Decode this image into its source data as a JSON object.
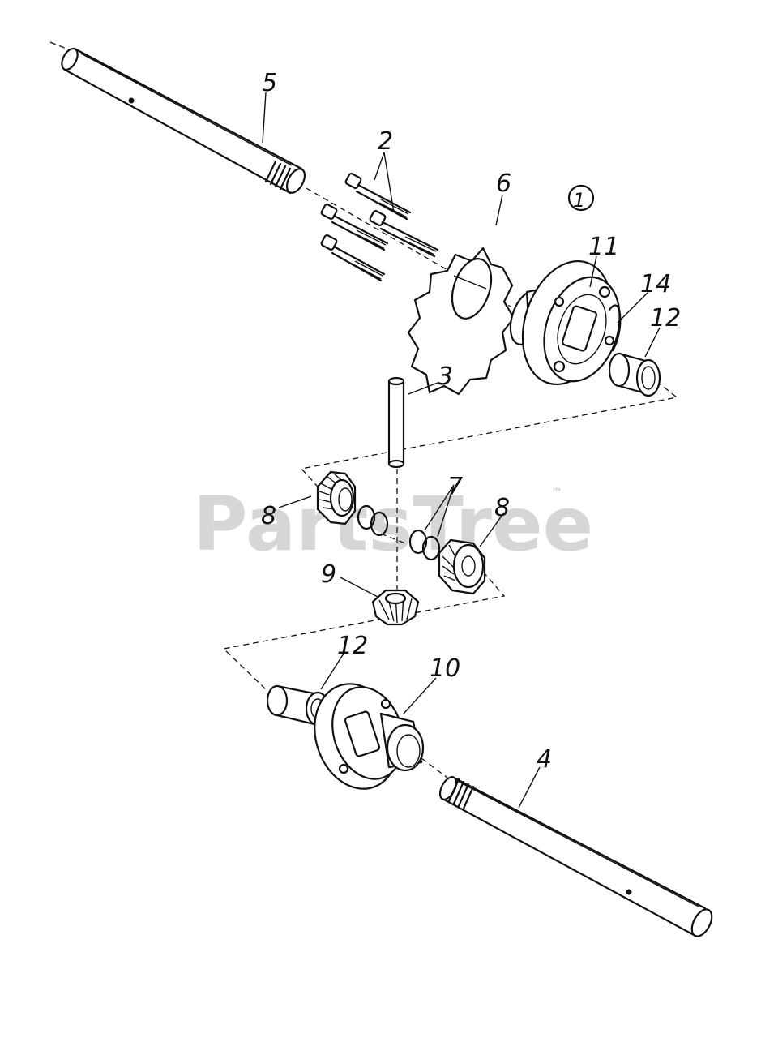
{
  "diagram": {
    "view_number": "1",
    "watermark": "PartsTree",
    "watermark_tm": "™",
    "callouts": {
      "c5": "5",
      "c2": "2",
      "c6": "6",
      "c11": "11",
      "c14": "14",
      "c12a": "12",
      "c3": "3",
      "c8a": "8",
      "c7": "7",
      "c8b": "8",
      "c9": "9",
      "c12b": "12",
      "c10": "10",
      "c4": "4"
    },
    "parts": [
      {
        "number": "2",
        "name": "bolt"
      },
      {
        "number": "3",
        "name": "pin"
      },
      {
        "number": "4",
        "name": "axle-right"
      },
      {
        "number": "5",
        "name": "axle-left"
      },
      {
        "number": "6",
        "name": "sprocket"
      },
      {
        "number": "7",
        "name": "washer"
      },
      {
        "number": "8",
        "name": "side-gear"
      },
      {
        "number": "9",
        "name": "pinion-gear"
      },
      {
        "number": "10",
        "name": "differential-housing"
      },
      {
        "number": "11",
        "name": "differential-housing"
      },
      {
        "number": "12",
        "name": "bushing"
      },
      {
        "number": "14",
        "name": "ring"
      }
    ]
  }
}
